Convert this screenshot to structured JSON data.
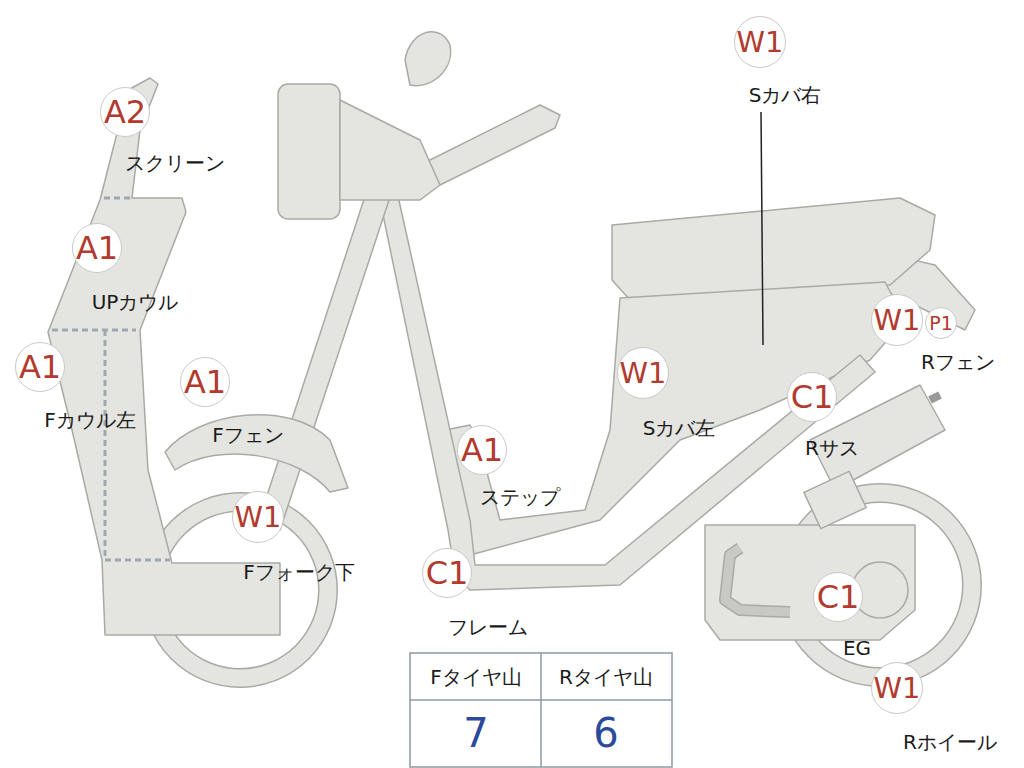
{
  "diagram": {
    "nodes": [
      {
        "text": [
          "W1"
        ]
      },
      {
        "text": [
          "A2"
        ]
      },
      {
        "text": [
          "A1"
        ]
      },
      {
        "text": [
          "W1"
        ]
      },
      {
        "text": [
          "P1"
        ]
      },
      {
        "text": [
          "A1"
        ]
      },
      {
        "text": [
          "A1"
        ]
      },
      {
        "text": [
          "W1"
        ]
      },
      {
        "text": [
          "C1"
        ]
      },
      {
        "text": [
          "A1"
        ]
      },
      {
        "text": [
          "W1"
        ]
      },
      {
        "text": [
          "C1"
        ]
      },
      {
        "text": [
          "C1"
        ]
      },
      {
        "text": [
          "W1"
        ]
      }
    ],
    "labels": [
      "スクリーン",
      "UPカウル",
      "Fカウル左",
      "Fフェン",
      "Sカバ右",
      "Rフェン",
      "Sカバ左",
      "Rサス",
      "ステップ",
      "Fフォーク下",
      "フレーム",
      "EG",
      "Rホイール",
      "Fタイヤ山",
      "Rタイヤ山",
      "7",
      "6"
    ]
  }
}
